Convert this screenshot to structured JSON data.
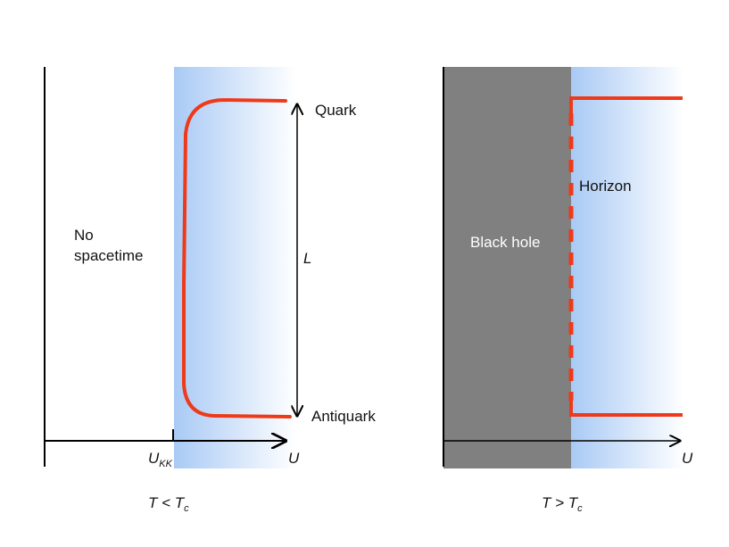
{
  "left_panel": {
    "region_label_line1": "No",
    "region_label_line2": "spacetime",
    "quark_label": "Quark",
    "antiquark_label": "Antiquark",
    "length_label": "L",
    "axis_label": "U",
    "ukk_main": "U",
    "ukk_sub": "KK",
    "caption_main": "T < T",
    "caption_sub": "c"
  },
  "right_panel": {
    "black_hole_label": "Black hole",
    "horizon_label": "Horizon",
    "axis_label": "U",
    "caption_main": "T > T",
    "caption_sub": "c"
  },
  "colors": {
    "string": "#ee3a1a",
    "black_hole": "#808080",
    "gradient_start": "#a9caf5",
    "gradient_end": "#ffffff",
    "axis": "#000000"
  }
}
